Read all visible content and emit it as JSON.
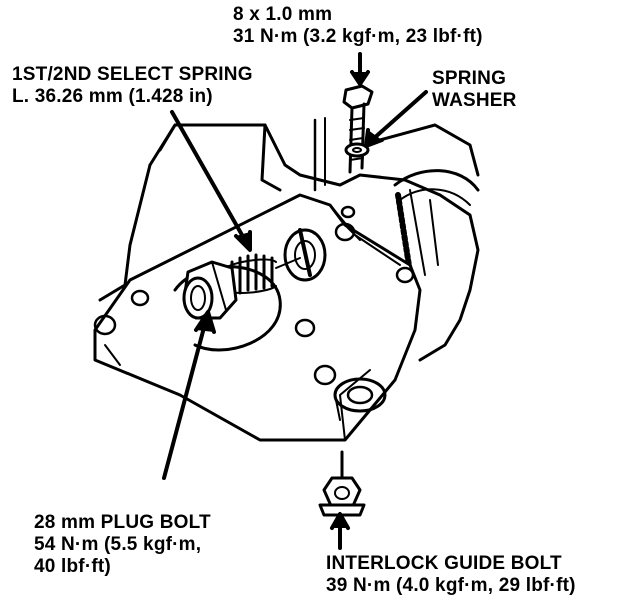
{
  "labels": {
    "top_bolt": {
      "line1": "8 x 1.0 mm",
      "line2": "31 N·m (3.2 kgf·m, 23 lbf·ft)"
    },
    "select_spring": {
      "line1": "1ST/2ND SELECT SPRING",
      "line2": "L. 36.26 mm (1.428 in)"
    },
    "spring_washer": {
      "line1": "SPRING",
      "line2": "WASHER"
    },
    "plug_bolt": {
      "line1": "28 mm PLUG BOLT",
      "line2": "54 N·m (5.5 kgf·m,",
      "line3": "40 lbf·ft)"
    },
    "interlock_bolt": {
      "line1": "INTERLOCK GUIDE BOLT",
      "line2": "39 N·m (4.0 kgf·m, 29 lbf·ft)"
    }
  },
  "colors": {
    "ink": "#000000",
    "paper": "#ffffff"
  }
}
